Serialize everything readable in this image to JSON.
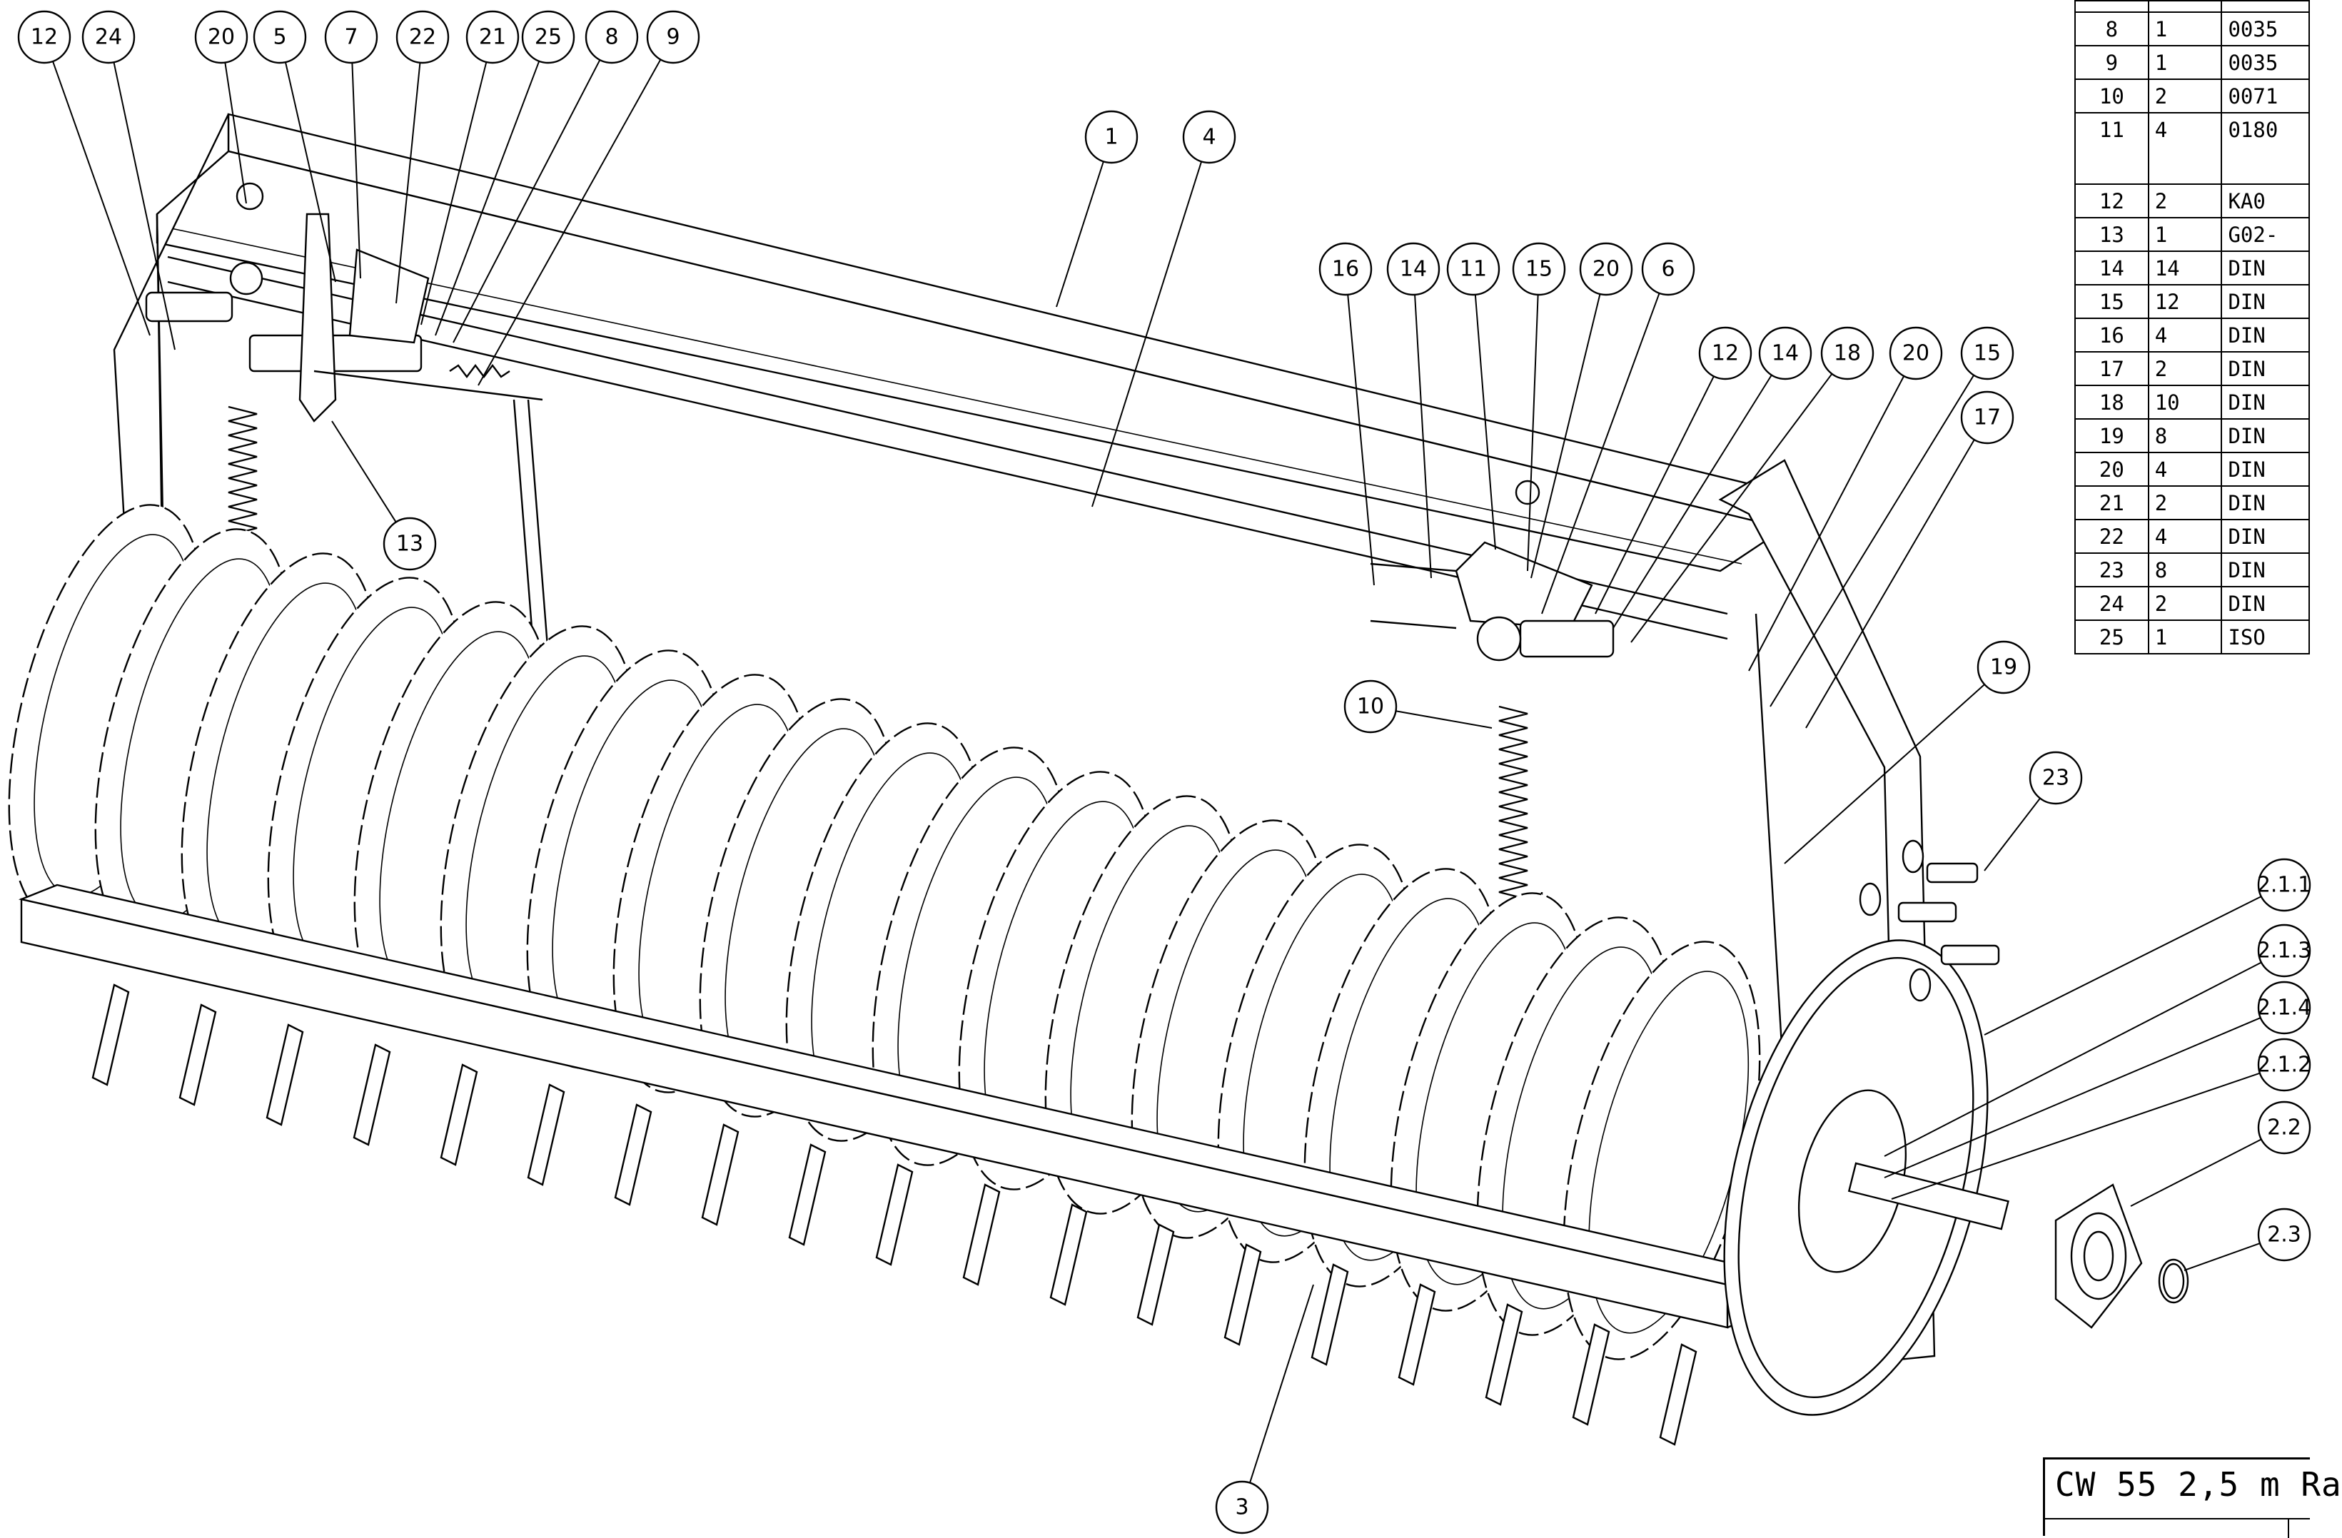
{
  "balloons": [
    {
      "label": "12"
    },
    {
      "label": "24"
    },
    {
      "label": "20"
    },
    {
      "label": "5"
    },
    {
      "label": "7"
    },
    {
      "label": "22"
    },
    {
      "label": "21"
    },
    {
      "label": "25"
    },
    {
      "label": "8"
    },
    {
      "label": "9"
    },
    {
      "label": "1"
    },
    {
      "label": "4"
    },
    {
      "label": "13"
    },
    {
      "label": "16"
    },
    {
      "label": "14"
    },
    {
      "label": "11"
    },
    {
      "label": "15"
    },
    {
      "label": "20"
    },
    {
      "label": "6"
    },
    {
      "label": "12"
    },
    {
      "label": "14"
    },
    {
      "label": "18"
    },
    {
      "label": "20"
    },
    {
      "label": "15"
    },
    {
      "label": "17"
    },
    {
      "label": "19"
    },
    {
      "label": "10"
    },
    {
      "label": "23"
    },
    {
      "label": "2.1.1"
    },
    {
      "label": "2.1.3"
    },
    {
      "label": "2.1.4"
    },
    {
      "label": "2.1.2"
    },
    {
      "label": "2.2"
    },
    {
      "label": "2.3"
    },
    {
      "label": "3"
    }
  ],
  "bom": {
    "rows": [
      {
        "pos": "8",
        "qty": "1",
        "code": "0035"
      },
      {
        "pos": "9",
        "qty": "1",
        "code": "0035"
      },
      {
        "pos": "10",
        "qty": "2",
        "code": "0071"
      },
      {
        "pos": "11",
        "qty": "4",
        "code": "0180"
      },
      {
        "pos": "12",
        "qty": "2",
        "code": "KA0"
      },
      {
        "pos": "13",
        "qty": "1",
        "code": "G02-"
      },
      {
        "pos": "14",
        "qty": "14",
        "code": "DIN"
      },
      {
        "pos": "15",
        "qty": "12",
        "code": "DIN"
      },
      {
        "pos": "16",
        "qty": "4",
        "code": "DIN"
      },
      {
        "pos": "17",
        "qty": "2",
        "code": "DIN"
      },
      {
        "pos": "18",
        "qty": "10",
        "code": "DIN"
      },
      {
        "pos": "19",
        "qty": "8",
        "code": "DIN"
      },
      {
        "pos": "20",
        "qty": "4",
        "code": "DIN"
      },
      {
        "pos": "21",
        "qty": "2",
        "code": "DIN"
      },
      {
        "pos": "22",
        "qty": "4",
        "code": "DIN"
      },
      {
        "pos": "23",
        "qty": "8",
        "code": "DIN"
      },
      {
        "pos": "24",
        "qty": "2",
        "code": "DIN"
      },
      {
        "pos": "25",
        "qty": "1",
        "code": "ISO"
      }
    ]
  },
  "title_block": {
    "title": "CW 55 2,5 m Ra"
  }
}
